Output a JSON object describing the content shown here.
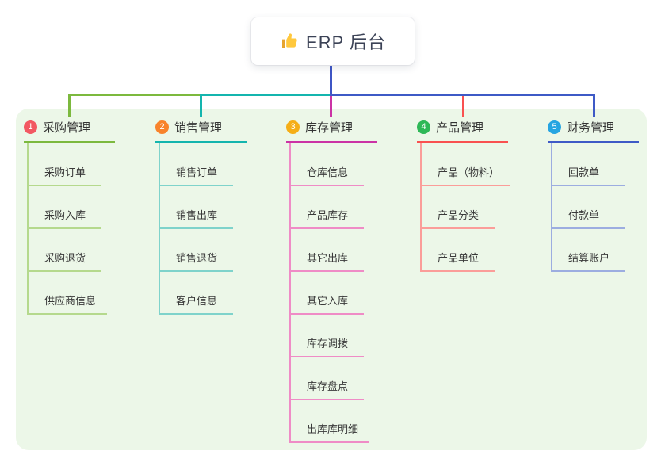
{
  "root": {
    "label": "ERP 后台",
    "icon": "thumbs-up-icon"
  },
  "connector": {
    "trunk_color": "#3e55c5"
  },
  "colors": {
    "canvas_bg": "#ffffff",
    "panel_bg": "#ecf7e8",
    "root_text": "#3b4256",
    "node_text": "#333333"
  },
  "branches": [
    {
      "index": "1",
      "label": "采购管理",
      "badge_color": "#f25862",
      "line_color": "#7cb93e",
      "child_line_color": "#b5d98d",
      "children": [
        "采购订单",
        "采购入库",
        "采购退货",
        "供应商信息"
      ]
    },
    {
      "index": "2",
      "label": "销售管理",
      "badge_color": "#f8832b",
      "line_color": "#14b5ae",
      "child_line_color": "#7fd3cb",
      "children": [
        "销售订单",
        "销售出库",
        "销售退货",
        "客户信息"
      ]
    },
    {
      "index": "3",
      "label": "库存管理",
      "badge_color": "#f5ae17",
      "line_color": "#cb33a5",
      "child_line_color": "#ef8cc6",
      "children": [
        "仓库信息",
        "产品库存",
        "其它出库",
        "其它入库",
        "库存调拨",
        "库存盘点",
        "出库库明细"
      ]
    },
    {
      "index": "4",
      "label": "产品管理",
      "badge_color": "#2eb857",
      "line_color": "#f95150",
      "child_line_color": "#fb9d99",
      "children": [
        "产品（物料）",
        "产品分类",
        "产品单位"
      ]
    },
    {
      "index": "5",
      "label": "财务管理",
      "badge_color": "#27a5e1",
      "line_color": "#3e5ac6",
      "child_line_color": "#9cade0",
      "children": [
        "回款单",
        "付款单",
        "结算账户"
      ]
    }
  ]
}
